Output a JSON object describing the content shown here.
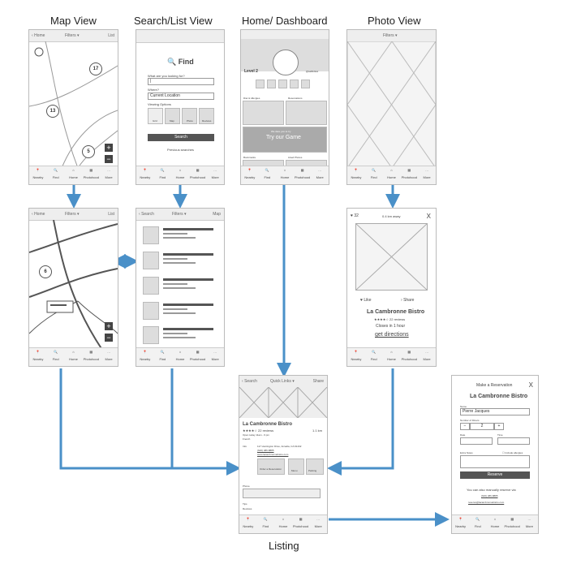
{
  "titles": {
    "map": "Map View",
    "search": "Search/List View",
    "home": "Home/ Dashboard",
    "photo": "Photo View",
    "listing": "Listing"
  },
  "tabs": [
    "Nearby",
    "Find",
    "Home",
    "Photohood",
    "More"
  ],
  "map1": {
    "left": "Home",
    "mid": "Filters ▾",
    "right": "List",
    "counts": [
      "17",
      "13",
      "5"
    ],
    "plus": "+",
    "minus": "−"
  },
  "search": {
    "heading": "Find",
    "q_label": "What are you looking for?",
    "q_value": "|",
    "where_label": "Where?",
    "where_value": "Current Location",
    "options_label": "Viewing Options",
    "options": [
      "Grid",
      "Map",
      "Photo",
      "Reviews"
    ],
    "button": "Search",
    "prev": "Previous searches"
  },
  "home": {
    "level": "Level 2",
    "handle": "@sallfollow",
    "diet": "Diet & Allergies",
    "res": "Reservations",
    "promo": "Try our Game",
    "promo_small": "We dare you to try",
    "bookmarks": "Bookmarks",
    "liked": "Liked Photos"
  },
  "photo1": {
    "filters": "Filters ▾"
  },
  "map2": {
    "left": "Home",
    "mid": "Filters ▾",
    "right": "List",
    "count": "6",
    "plus": "+",
    "minus": "−"
  },
  "list2": {
    "left": "Search",
    "mid": "Filters ▾",
    "right": "Map"
  },
  "photo2": {
    "likes": "32",
    "dist": "0.4 km away",
    "close": "X",
    "like": "Like",
    "share": "Share",
    "name": "La Cambronne Bistro",
    "reviews": "22 reviews",
    "closes": "Closes in 1 hour",
    "directions": "get directions"
  },
  "listing": {
    "left": "Search",
    "mid": "Quick Links ▾",
    "right": "Share",
    "name": "La Cambronne Bistro",
    "reviews": "22 reviews",
    "dist": "1.1 km",
    "hours": "Open today 11am - 9 pm",
    "french": "French",
    "info": "Info",
    "address": "117 Huntington Drive, Arcadia, CA 91432",
    "phone_num": "(626) 486-8885",
    "website": "www.lacambronnebistro.com",
    "tile1": "Order a Reservation",
    "tile2": "Menu",
    "tile3": "Parking",
    "phone": "Phone",
    "tips": "Tips",
    "reviews_label": "Reviews"
  },
  "reserve": {
    "header": "Make a Reservation",
    "close": "X",
    "name": "La Cambronne Bistro",
    "name_label": "Name",
    "name_value": "Pierre Jacques",
    "guests_label": "Number of Diners",
    "guests": "2",
    "date_label": "Date",
    "time_label": "Time",
    "notes_label": "Extra Notes",
    "allergies": "Include allergies",
    "button": "Reserve",
    "alt": "You can also manually reserve via",
    "phone": "(626) 486-8885",
    "email": "reserve@lacambronnebistro.com"
  }
}
